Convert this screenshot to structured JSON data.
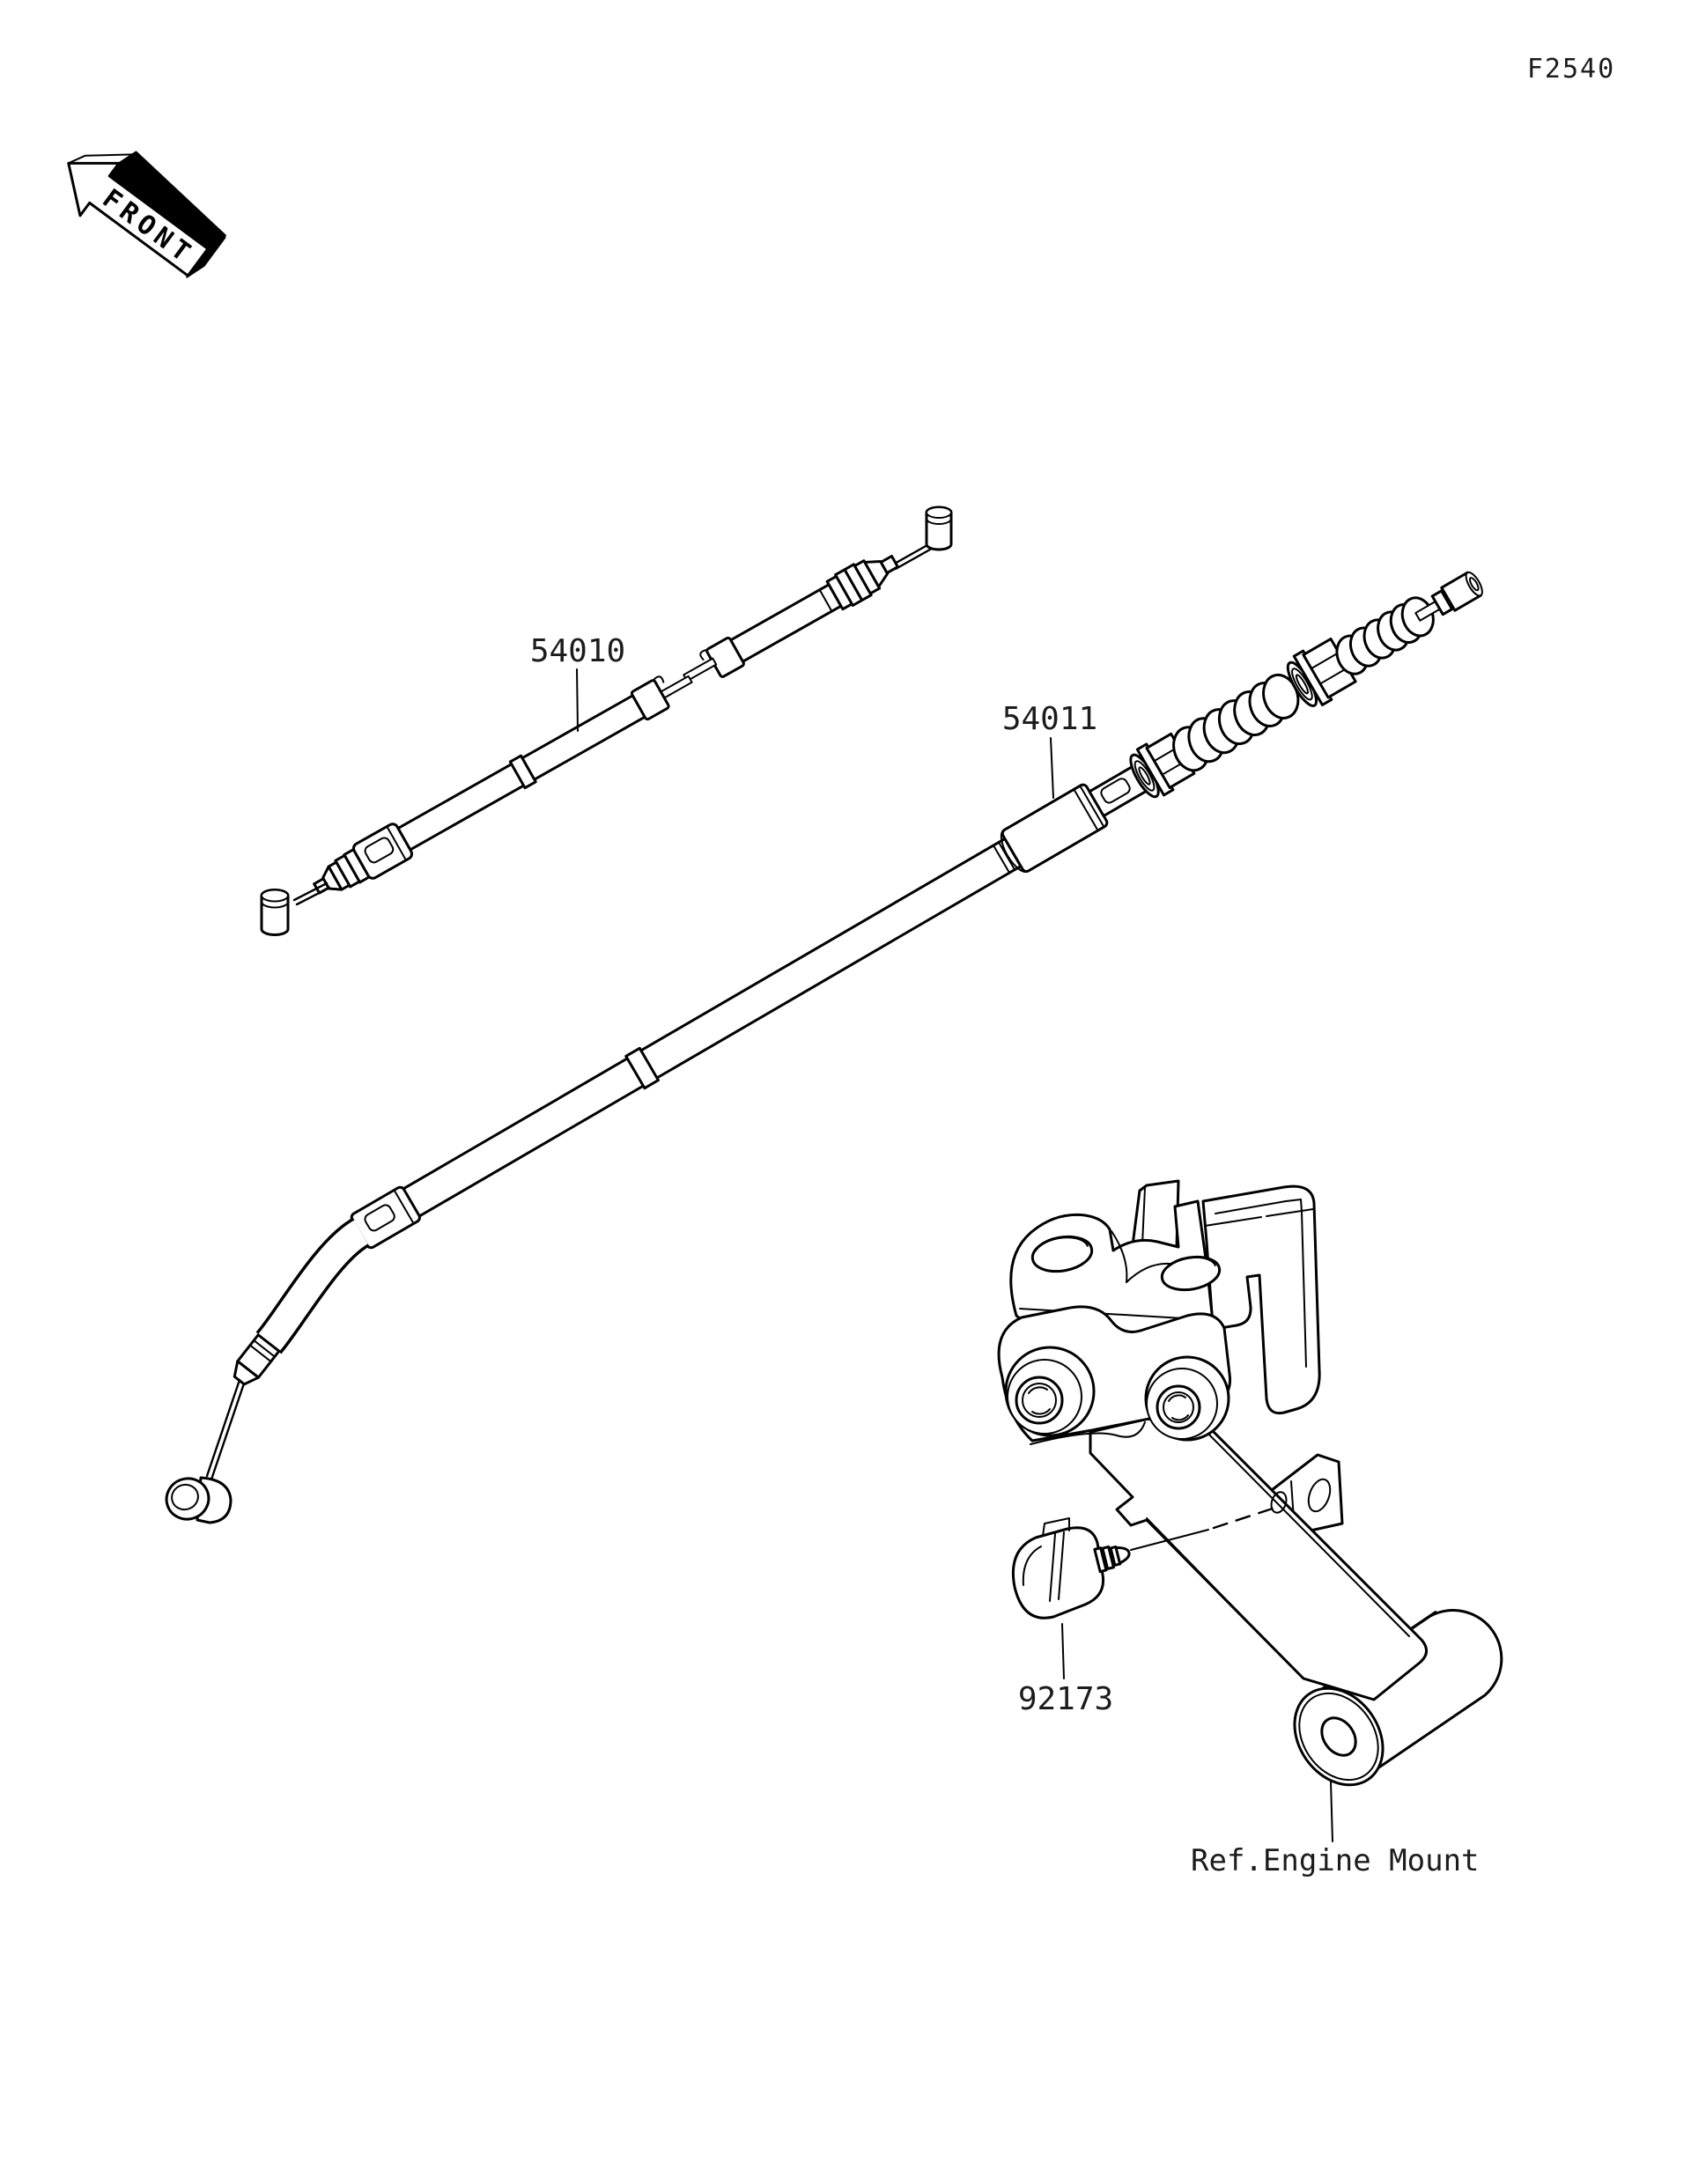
{
  "figure": {
    "code": "F2540",
    "front_label": "FRONT"
  },
  "parts": [
    {
      "number": "54010"
    },
    {
      "number": "54011"
    },
    {
      "number": "92173"
    }
  ],
  "reference_label": "Ref.Engine Mount",
  "colors": {
    "line": "#000000",
    "background": "#ffffff"
  }
}
